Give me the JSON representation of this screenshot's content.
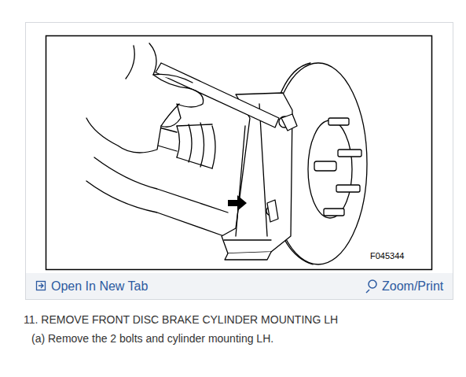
{
  "diagram": {
    "title": "11. REMOVE FRONT DISC BRAKE CYLINDER MOUNTING LH",
    "labels": [
      "F045344",
      "Open In New Tab",
      "Zoom/Print",
      "(a) Remove the 2 bolts and cylinder mounting LH."
    ]
  }
}
